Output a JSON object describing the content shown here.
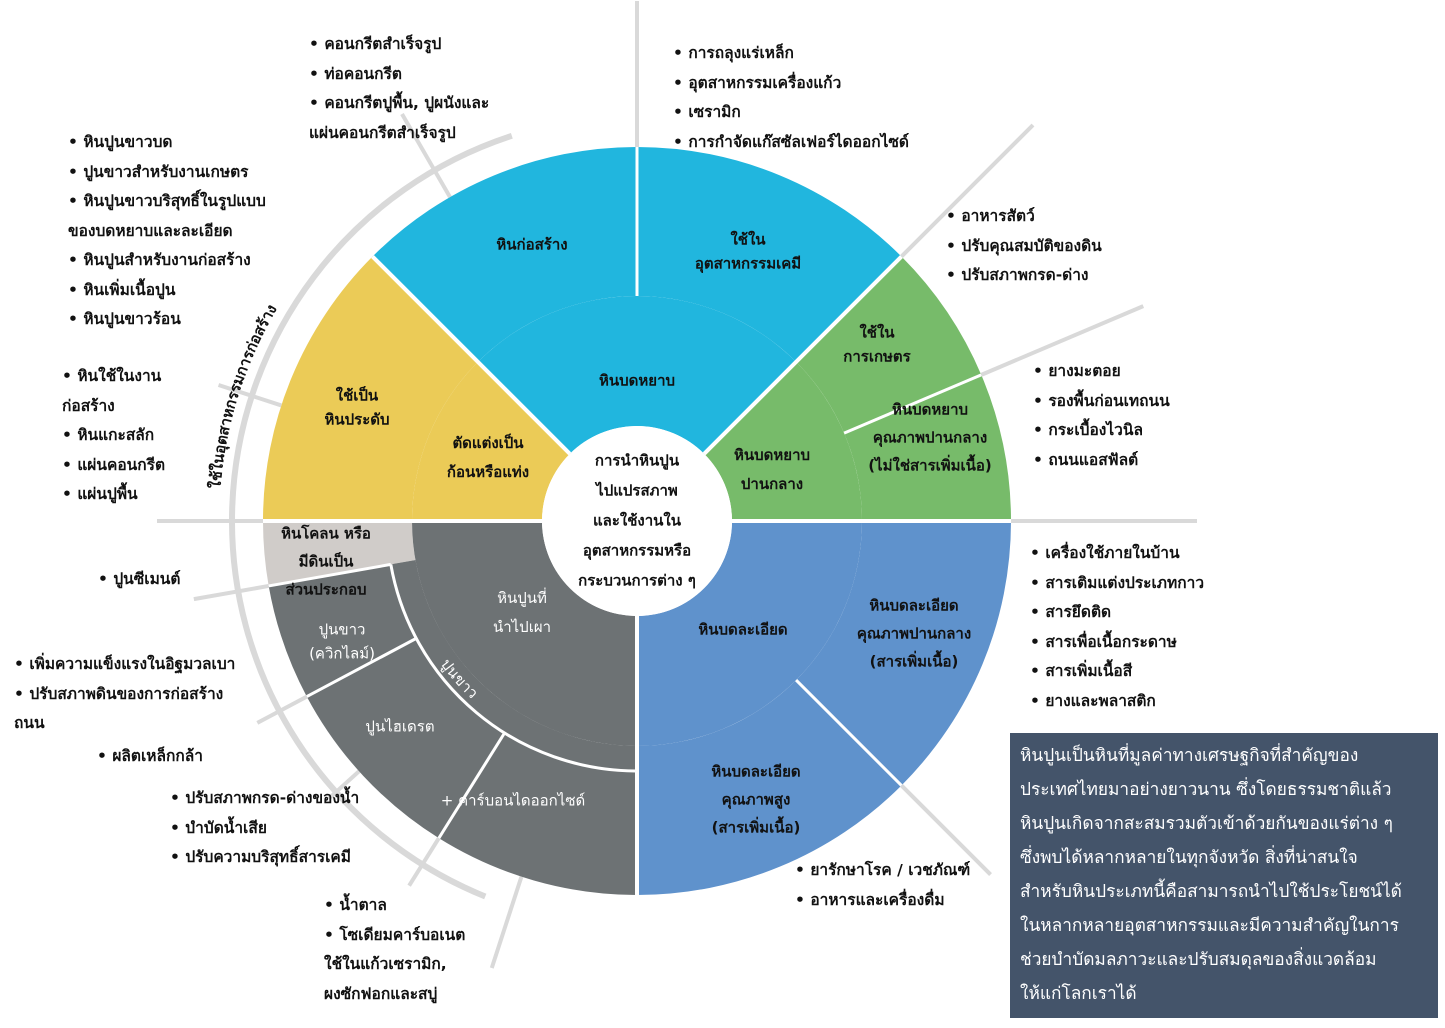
{
  "center": {
    "lines": [
      "การนำหินปูน",
      "ไปแปรสภาพ",
      "และใช้งานใน",
      "อุตสาหกรรมหรือ",
      "กระบวนการต่าง ๆ"
    ]
  },
  "colors": {
    "blue": "#21b6de",
    "green": "#77bb6a",
    "yellow": "#ebcb57",
    "steel_blue": "#5f92cc",
    "gray": "#6d7274",
    "light_gray": "#d0ccc9",
    "info_bg": "#44546a",
    "outer_ring": "#d9d9d9"
  },
  "inner_segments": [
    {
      "id": "coarse",
      "lines": [
        "หินบดหยาบ"
      ],
      "color": "blue",
      "text": "dark"
    },
    {
      "id": "medium-coarse",
      "lines": [
        "หินบดหยาบ",
        "ปานกลาง"
      ],
      "color": "green",
      "text": "dark"
    },
    {
      "id": "fine",
      "lines": [
        "หินบดละเอียด"
      ],
      "color": "steel_blue",
      "text": "dark"
    },
    {
      "id": "burned",
      "lines": [
        "หินปูนที่",
        "นำไปเผา"
      ],
      "color": "gray",
      "text": "light"
    },
    {
      "id": "cut-blocks",
      "lines": [
        "ตัดแต่งเป็น",
        "ก้อนหรือแท่ง"
      ],
      "color": "yellow",
      "text": "dark"
    }
  ],
  "outer_segments": [
    {
      "id": "construction-stone",
      "lines": [
        "หินก่อสร้าง"
      ],
      "color": "blue",
      "text": "dark"
    },
    {
      "id": "chemical-industry",
      "lines": [
        "ใช้ใน",
        "อุตสาหกรรมเคมี"
      ],
      "color": "blue",
      "text": "dark"
    },
    {
      "id": "agriculture",
      "lines": [
        "ใช้ใน",
        "การเกษตร"
      ],
      "color": "green",
      "text": "dark"
    },
    {
      "id": "coarse-medium-quality",
      "lines": [
        "หินบดหยาบ",
        "คุณภาพปานกลาง",
        "(ไม่ใช่สารเพิ่มเนื้อ)"
      ],
      "color": "green",
      "text": "dark"
    },
    {
      "id": "fine-medium-quality",
      "lines": [
        "หินบดละเอียด",
        "คุณภาพปานกลาง",
        "(สารเพิ่มเนื้อ)"
      ],
      "color": "steel_blue",
      "text": "dark"
    },
    {
      "id": "fine-high-quality",
      "lines": [
        "หินบดละเอียด",
        "คุณภาพสูง",
        "(สารเพิ่มเนื้อ)"
      ],
      "color": "steel_blue",
      "text": "dark"
    },
    {
      "id": "carbon-dioxide",
      "lines": [
        "+ คาร์บอนไดออกไซด์"
      ],
      "color": "gray",
      "text": "light"
    },
    {
      "id": "hydrated-lime",
      "lines": [
        "ปูนไฮเดรต"
      ],
      "color": "gray",
      "text": "light"
    },
    {
      "id": "quicklime",
      "lines": [
        "ปูนขาว",
        "(ควิกไลม์)"
      ],
      "color": "gray",
      "text": "light"
    },
    {
      "id": "clay-limestone",
      "lines": [
        "หินโคลน หรือ",
        "มีดินเป็น",
        "ส่วนประกอบ"
      ],
      "color": "light_gray",
      "text": "dark"
    },
    {
      "id": "ornamental-stone",
      "lines": [
        "ใช้เป็น",
        "หินประดับ"
      ],
      "color": "yellow",
      "text": "dark"
    }
  ],
  "lime_band_label": "ปูนขาว",
  "outer_arc_label": "ใช้ในอุตสาหกรรมการก่อสร้าง",
  "lists": {
    "concrete": [
      {
        "t": "คอนกรีตสำเร็จรูป",
        "b": true
      },
      {
        "t": "ท่อคอนกรีต",
        "b": true
      },
      {
        "t": "คอนกรีตปูพื้น, ปูผนังและ",
        "b": true
      },
      {
        "t": "แผ่นคอนกรีตสำเร็จรูป",
        "b": false
      }
    ],
    "chemical": [
      {
        "t": "การถลุงแร่เหล็ก",
        "b": true
      },
      {
        "t": "อุตสาหกรรมเครื่องแก้ว",
        "b": true
      },
      {
        "t": "เซรามิก",
        "b": true
      },
      {
        "t": "การกำจัดแก๊สซัลเฟอร์ไดออกไซด์",
        "b": true
      }
    ],
    "construction": [
      {
        "t": "หินปูนขาวบด",
        "b": true
      },
      {
        "t": "ปูนขาวสำหรับงานเกษตร",
        "b": true
      },
      {
        "t": "หินปูนขาวบริสุทธิ์ในรูปแบบ",
        "b": true
      },
      {
        "t": "  ของบดหยาบและละเอียด",
        "b": false
      },
      {
        "t": "หินปูนสำหรับงานก่อสร้าง",
        "b": true
      },
      {
        "t": "หินเพิ่มเนื้อปูน",
        "b": true
      },
      {
        "t": "หินปูนขาวร้อน",
        "b": true
      }
    ],
    "agriculture": [
      {
        "t": "อาหารสัตว์",
        "b": true
      },
      {
        "t": "ปรับคุณสมบัติของดิน",
        "b": true
      },
      {
        "t": "ปรับสภาพกรด-ด่าง",
        "b": true
      }
    ],
    "coarse_medium": [
      {
        "t": "ยางมะตอย",
        "b": true
      },
      {
        "t": "รองพื้นก่อนเทถนน",
        "b": true
      },
      {
        "t": "กระเบื้องไวนิล",
        "b": true
      },
      {
        "t": "ถนนแอสฟัลต์",
        "b": true
      }
    ],
    "ornamental": [
      {
        "t": "หินใช้ในงาน",
        "b": true
      },
      {
        "t": "ก่อสร้าง",
        "b": false
      },
      {
        "t": "หินแกะสลัก",
        "b": true
      },
      {
        "t": "แผ่นคอนกรีต",
        "b": true
      },
      {
        "t": "แผ่นปูพื้น",
        "b": true
      }
    ],
    "fine_medium": [
      {
        "t": "เครื่องใช้ภายในบ้าน",
        "b": true
      },
      {
        "t": "สารเติมแต่งประเภทกาว",
        "b": true
      },
      {
        "t": "สารยึดติด",
        "b": true
      },
      {
        "t": "สารเพื่อเนื้อกระดาษ",
        "b": true
      },
      {
        "t": "สารเพิ่มเนื้อสี",
        "b": true
      },
      {
        "t": "ยางและพลาสติก",
        "b": true
      }
    ],
    "cement": [
      {
        "t": "ปูนซีเมนต์",
        "b": true
      }
    ],
    "quicklime": [
      {
        "t": "เพิ่มความแข็งแรงในอิฐมวลเบา",
        "b": true
      },
      {
        "t": "ปรับสภาพดินของการก่อสร้าง",
        "b": true
      },
      {
        "t": "ถนน",
        "b": false
      }
    ],
    "steel": [
      {
        "t": "ผลิตเหล็กกล้า",
        "b": true
      }
    ],
    "hydrated": [
      {
        "t": "ปรับสภาพกรด-ด่างของน้ำ",
        "b": true
      },
      {
        "t": "บำบัดน้ำเสีย",
        "b": true
      },
      {
        "t": "ปรับความบริสุทธิ์สารเคมี",
        "b": true
      }
    ],
    "carbonate": [
      {
        "t": "น้ำตาล",
        "b": true
      },
      {
        "t": "โซเดียมคาร์บอเนต",
        "b": true
      },
      {
        "t": "ใช้ในแก้วเซรามิก,",
        "b": false
      },
      {
        "t": "ผงซักฟอกและสบู่",
        "b": false
      }
    ],
    "fine_high": [
      {
        "t": "ยารักษาโรค / เวชภัณฑ์",
        "b": true
      },
      {
        "t": "อาหารและเครื่องดื่ม",
        "b": true
      }
    ]
  },
  "info_box": {
    "lines": [
      "หินปูนเป็นหินที่มูลค่าทางเศรษฐกิจที่สำคัญของ",
      "ประเทศไทยมาอย่างยาวนาน ซึ่งโดยธรรมชาติแล้ว",
      "หินปูนเกิดจากสะสมรวมตัวเข้าด้วยกันของแร่ต่าง ๆ",
      "ซึ่งพบได้หลากหลายในทุกจังหวัด สิ่งที่น่าสนใจ",
      "สำหรับหินประเภทนี้คือสามารถนำไปใช้ประโยชน์ได้",
      "ในหลากหลายอุตสาหกรรมและมีความสำคัญในการ",
      "ช่วยบำบัดมลภาวะและปรับสมดุลของสิ่งแวดล้อม",
      "ให้แก่โลกเราได้"
    ]
  }
}
